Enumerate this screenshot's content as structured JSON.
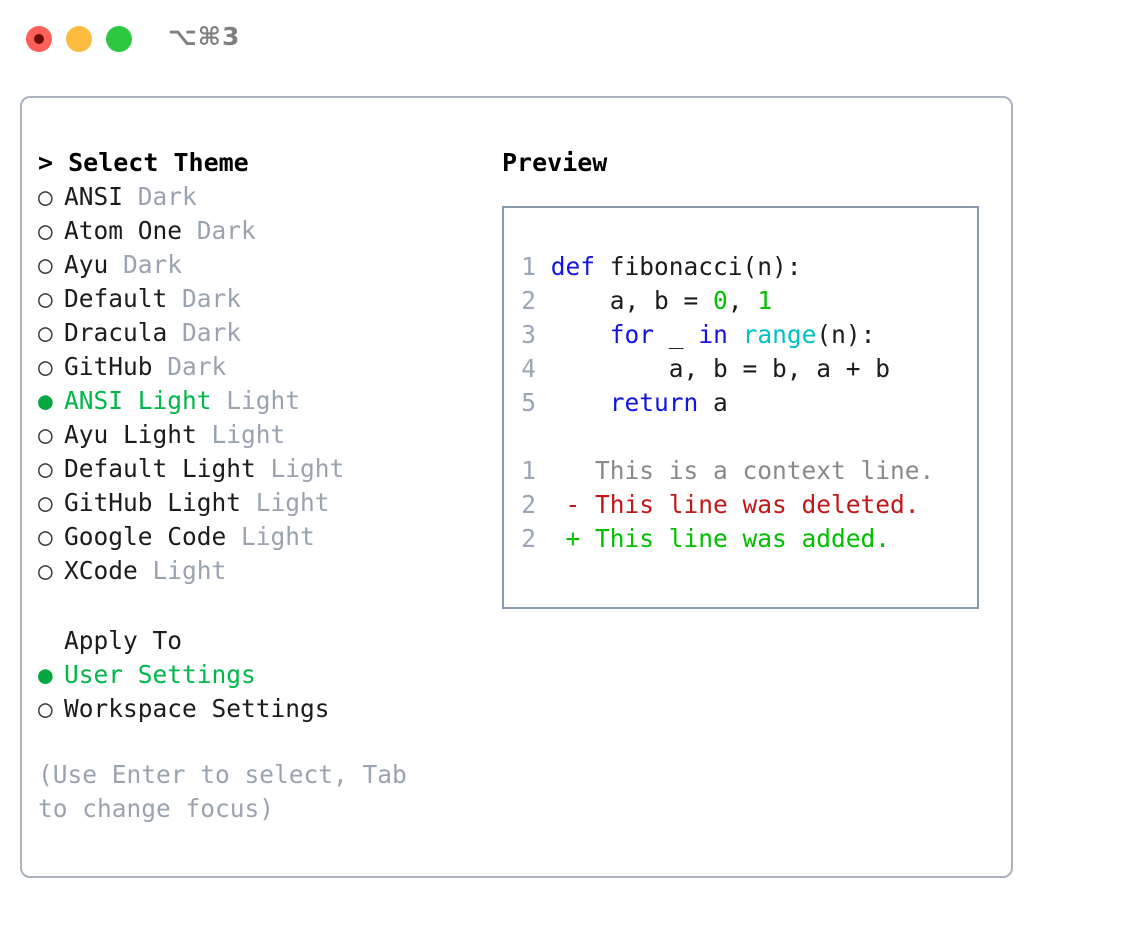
{
  "titlebar": {
    "shortcut": "⌥⌘3",
    "buttons": [
      {
        "name": "close",
        "color": "#fc6058"
      },
      {
        "name": "minimize",
        "color": "#fdbc40"
      },
      {
        "name": "maximize",
        "color": "#2cc83f"
      }
    ]
  },
  "theme_panel": {
    "header": "> Select Theme",
    "bullet_unselected": "○",
    "bullet_selected": "●",
    "items": [
      {
        "name": "ANSI",
        "kind": "Dark",
        "selected": false
      },
      {
        "name": "Atom One",
        "kind": "Dark",
        "selected": false
      },
      {
        "name": "Ayu",
        "kind": "Dark",
        "selected": false
      },
      {
        "name": "Default",
        "kind": "Dark",
        "selected": false
      },
      {
        "name": "Dracula",
        "kind": "Dark",
        "selected": false
      },
      {
        "name": "GitHub",
        "kind": "Dark",
        "selected": false
      },
      {
        "name": "ANSI Light",
        "kind": "Light",
        "selected": true
      },
      {
        "name": "Ayu Light",
        "kind": "Light",
        "selected": false
      },
      {
        "name": "Default Light",
        "kind": "Light",
        "selected": false
      },
      {
        "name": "GitHub Light",
        "kind": "Light",
        "selected": false
      },
      {
        "name": "Google Code",
        "kind": "Light",
        "selected": false
      },
      {
        "name": "XCode",
        "kind": "Light",
        "selected": false
      }
    ]
  },
  "apply_to": {
    "header": "Apply To",
    "options": [
      {
        "label": "User Settings",
        "selected": true
      },
      {
        "label": "Workspace Settings",
        "selected": false
      }
    ]
  },
  "hint": "(Use Enter to select, Tab to change focus)",
  "preview": {
    "title": "Preview",
    "code_lines": [
      {
        "num": "1",
        "tokens": [
          {
            "t": "def",
            "c": "kw"
          },
          {
            "t": " fibonacci(n):",
            "c": "plain"
          }
        ]
      },
      {
        "num": "2",
        "tokens": [
          {
            "t": "    a, b = ",
            "c": "plain"
          },
          {
            "t": "0",
            "c": "num"
          },
          {
            "t": ", ",
            "c": "plain"
          },
          {
            "t": "1",
            "c": "num"
          }
        ]
      },
      {
        "num": "3",
        "tokens": [
          {
            "t": "    ",
            "c": "plain"
          },
          {
            "t": "for",
            "c": "kw"
          },
          {
            "t": " _ ",
            "c": "plain"
          },
          {
            "t": "in",
            "c": "kw"
          },
          {
            "t": " ",
            "c": "plain"
          },
          {
            "t": "range",
            "c": "fn"
          },
          {
            "t": "(n):",
            "c": "plain"
          }
        ]
      },
      {
        "num": "4",
        "tokens": [
          {
            "t": "        a, b = b, a + b",
            "c": "plain"
          }
        ]
      },
      {
        "num": "5",
        "tokens": [
          {
            "t": "    ",
            "c": "plain"
          },
          {
            "t": "return",
            "c": "kw"
          },
          {
            "t": " a",
            "c": "plain"
          }
        ]
      }
    ],
    "diff_lines": [
      {
        "num": "1",
        "marker": " ",
        "text": " This is a context line.",
        "kind": "ctx"
      },
      {
        "num": "2",
        "marker": "-",
        "text": " This line was deleted.",
        "kind": "del"
      },
      {
        "num": "2",
        "marker": "+",
        "text": " This line was added.",
        "kind": "add"
      }
    ]
  },
  "colors": {
    "accent_green": "#00b84a",
    "keyword_blue": "#1414e0",
    "function_cyan": "#00c2c2",
    "number_green": "#00c000",
    "diff_red": "#c01818",
    "diff_green": "#00c000",
    "muted": "#9aa3b0",
    "border": "#aab2c0",
    "preview_border": "#8a99ad"
  }
}
